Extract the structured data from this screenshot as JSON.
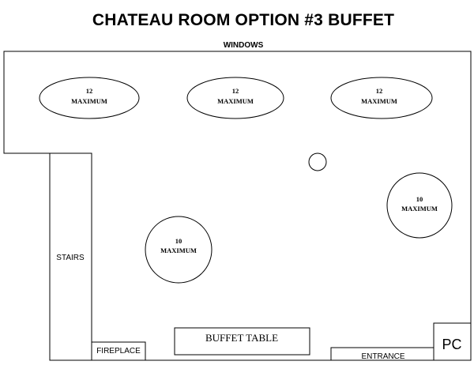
{
  "title": "CHATEAU ROOM OPTION #3 BUFFET",
  "windows_label": "WINDOWS",
  "stairs_label": "STAIRS",
  "fireplace_label": "FIREPLACE",
  "buffet_label": "BUFFET TABLE",
  "entrance_label": "ENTRANCE",
  "pc_label": "PC",
  "tables": [
    {
      "capacity": "12",
      "note": "MAXIMUM",
      "shape": "oval"
    },
    {
      "capacity": "12",
      "note": "MAXIMUM",
      "shape": "oval"
    },
    {
      "capacity": "12",
      "note": "MAXIMUM",
      "shape": "oval"
    },
    {
      "capacity": "10",
      "note": "MAXIMUM",
      "shape": "round"
    },
    {
      "capacity": "10",
      "note": "MAXIMUM",
      "shape": "round"
    }
  ]
}
